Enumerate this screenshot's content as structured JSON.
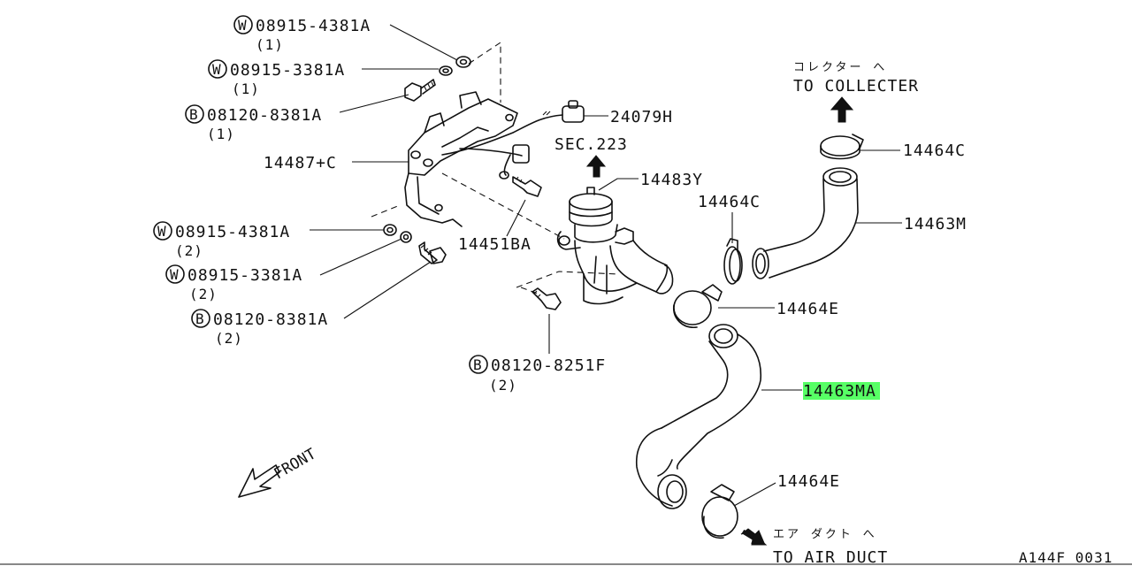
{
  "callouts": {
    "w_08915_4381a_top": {
      "code": "08915-4381A",
      "qty": "(1)"
    },
    "w_08915_3381a_top": {
      "code": "08915-3381A",
      "qty": "(1)"
    },
    "b_08120_8381a_top": {
      "code": "08120-8381A",
      "qty": "(1)"
    },
    "bracket_14487c": {
      "code": "14487+C"
    },
    "w_08915_4381a_bot": {
      "code": "08915-4381A",
      "qty": "(2)"
    },
    "w_08915_3381a_bot": {
      "code": "08915-3381A",
      "qty": "(2)"
    },
    "b_08120_8381a_bot": {
      "code": "08120-8381A",
      "qty": "(2)"
    },
    "b_08120_8251f": {
      "code": "08120-8251F",
      "qty": "(2)"
    },
    "connector_24079h": {
      "code": "24079H"
    },
    "sec_223": {
      "code": "SEC.223"
    },
    "valve_14483y": {
      "code": "14483Y"
    },
    "screw_14451ba": {
      "code": "14451BA"
    },
    "clamp_14464c_mid": {
      "code": "14464C"
    },
    "clamp_14464c_top": {
      "code": "14464C"
    },
    "hose_14463m": {
      "code": "14463M"
    },
    "clamp_14464e_mid": {
      "code": "14464E"
    },
    "hose_14463ma": {
      "code": "14463MA"
    },
    "clamp_14464e_bot": {
      "code": "14464E"
    }
  },
  "prefix_marks": {
    "washer": "W",
    "bolt": "B"
  },
  "destinations": {
    "collecter": {
      "jp": "コレクター へ",
      "en": "TO COLLECTER"
    },
    "air_duct": {
      "jp": "エア ダクト へ",
      "en": "TO AIR DUCT"
    }
  },
  "front_label": "FRONT",
  "diagram_code": "A144F 0031",
  "highlight_color": "#39ff4a"
}
